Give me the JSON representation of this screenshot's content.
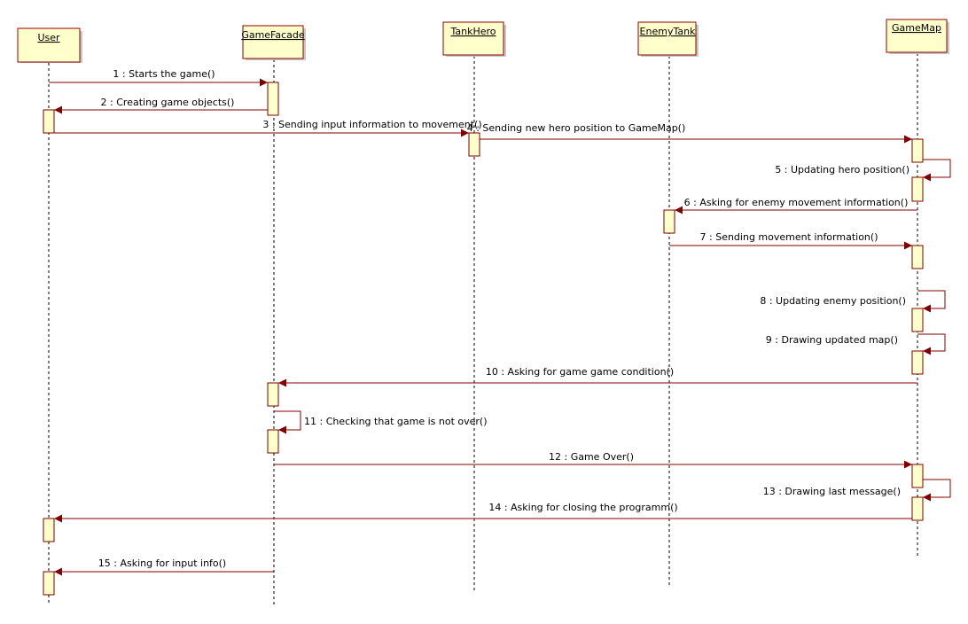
{
  "lifelines": [
    {
      "id": "user",
      "label": "User"
    },
    {
      "id": "gamefacade",
      "label": "GameFacade"
    },
    {
      "id": "tankhero",
      "label": "TankHero"
    },
    {
      "id": "enemytank",
      "label": "EnemyTank"
    },
    {
      "id": "gamemap",
      "label": "GameMap"
    }
  ],
  "messages": [
    {
      "from": "user",
      "to": "gamefacade",
      "label": "1 : Starts the game()"
    },
    {
      "from": "gamefacade",
      "to": "user",
      "label": "2 : Creating game objects()"
    },
    {
      "from": "user",
      "to": "tankhero",
      "label": "3 : Sending input information to movement()"
    },
    {
      "from": "tankhero",
      "to": "gamemap",
      "label": "4 : Sending new hero position to GameMap()"
    },
    {
      "from": "gamemap",
      "to": "gamemap",
      "label": "5 : Updating hero position()"
    },
    {
      "from": "gamemap",
      "to": "enemytank",
      "label": "6 : Asking for enemy movement information()"
    },
    {
      "from": "enemytank",
      "to": "gamemap",
      "label": "7 : Sending movement information()"
    },
    {
      "from": "gamemap",
      "to": "gamemap",
      "label": "8 : Updating enemy position()"
    },
    {
      "from": "gamemap",
      "to": "gamemap",
      "label": "9 : Drawing updated map()"
    },
    {
      "from": "gamemap",
      "to": "gamefacade",
      "label": "10 : Asking for game game condition()"
    },
    {
      "from": "gamefacade",
      "to": "gamefacade",
      "label": "11 : Checking that game is not over()"
    },
    {
      "from": "gamefacade",
      "to": "gamemap",
      "label": "12 : Game Over()"
    },
    {
      "from": "gamemap",
      "to": "gamemap",
      "label": "13 : Drawing last message()"
    },
    {
      "from": "gamemap",
      "to": "user",
      "label": "14 : Asking for closing the programm()"
    },
    {
      "from": "gamefacade",
      "to": "user",
      "label": "15 : Asking for input info()"
    }
  ],
  "colors": {
    "header_fill": "#ffffcc",
    "border": "#8b0000",
    "message_line": "#800000"
  }
}
